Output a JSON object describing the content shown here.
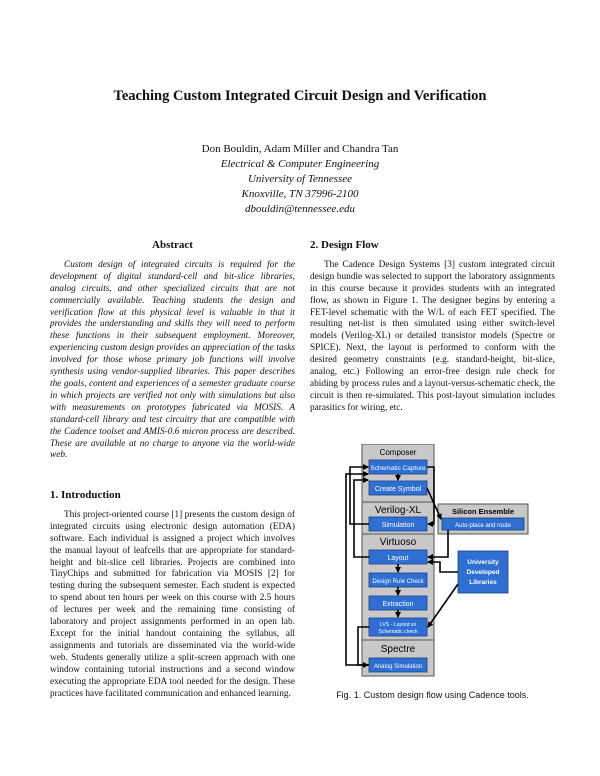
{
  "title": "Teaching Custom Integrated Circuit Design and Verification",
  "authors": {
    "names": "Don Bouldin, Adam Miller and Chandra Tan",
    "dept": "Electrical & Computer Engineering",
    "univ": "University of Tennessee",
    "city": "Knoxville, TN 37996-2100",
    "email": "dbouldin@tennessee.edu"
  },
  "abstract": {
    "heading": "Abstract",
    "text": "Custom design of integrated circuits is required for the development of digital standard-cell and bit-slice libraries, analog circuits, and other specialized circuits that are not commercially available. Teaching students the design and verification flow at this physical level is valuable in that it provides the understanding and skills they will need to perform these functions in their subsequent employment. Moreover, experiencing custom design provides an appreciation of the tasks involved for those whose primary job functions will involve synthesis using vendor-supplied libraries. This paper describes the goals, content and experiences of a semester graduate course in which projects are verified not only with simulations but also with measurements on prototypes fabricated via MOSIS. A standard-cell library and test circuitry that are compatible with the Cadence toolset and AMIS-0.6 micron process are described. These are available at no charge to anyone via the world-wide web."
  },
  "intro": {
    "heading": "1. Introduction",
    "text": "This project-oriented course [1] presents the custom design of integrated circuits using electronic design automation (EDA) software. Each individual is assigned a project which involves the manual layout of leafcells that are appropriate for standard-height and bit-slice cell libraries. Projects are combined into TinyChips and submitted for fabrication via MOSIS [2] for testing during the subsequent semester. Each student is expected to spend about ten hours per week on this course with 2.5 hours of lectures per week and the remaining time consisting of laboratory and project assignments performed in an open lab. Except for the initial handout containing the syllabus, all assignments and tutorials are disseminated via the world-wide web. Students generally utilize a split-screen approach with one window containing tutorial instructions and a second window executing the appropriate EDA tool needed for the design. These practices have facilitated communication and enhanced learning."
  },
  "design_flow": {
    "heading": "2. Design Flow",
    "text": "The Cadence Design Systems [3] custom integrated circuit design bundle was selected to support the laboratory assignments in this course because it provides students with an integrated flow, as shown in Figure 1. The designer begins by entering a FET-level schematic with the W/L of each FET specified. The resulting net-list is then simulated using either switch-level models (Verilog-XL) or detailed transistor models (Spectre or SPICE). Next, the layout is performed to conform with the desired geometry constraints (e.g. standard-height, bit-slice, analog, etc.) Following an error-free design rule check for abiding by process rules and a layout-versus-schematic check, the circuit is then re-simulated. This post-layout simulation includes parasitics for wiring, etc."
  },
  "figure": {
    "composer": "Composer",
    "schematic_capture": "Schematic Capture",
    "create_symbol": "Create Symbol",
    "verilog": "Verilog-XL",
    "simulation": "Simulation",
    "silicon_ensemble": "Silicon Ensemble",
    "auto_place_route": "Auto-place and route",
    "virtuoso": "Virtuoso",
    "layout": "Layout",
    "design_rule_check": "Design Rule Check",
    "extraction": "Extraction",
    "lvs_line1": "LVS - Layout vs",
    "lvs_line2": "Schematic check",
    "spectre": "Spectre",
    "analog_simulation": "Analog Simulation",
    "univ_line1": "University",
    "univ_line2": "Developed",
    "univ_line3": "Libraries",
    "colors": {
      "panel": "#c8c8c8",
      "panel_border": "#555555",
      "process_box": "#2f6fd3",
      "process_text": "#ffffff",
      "arrow": "#000000"
    }
  },
  "caption": "Fig. 1.  Custom design flow using Cadence tools."
}
